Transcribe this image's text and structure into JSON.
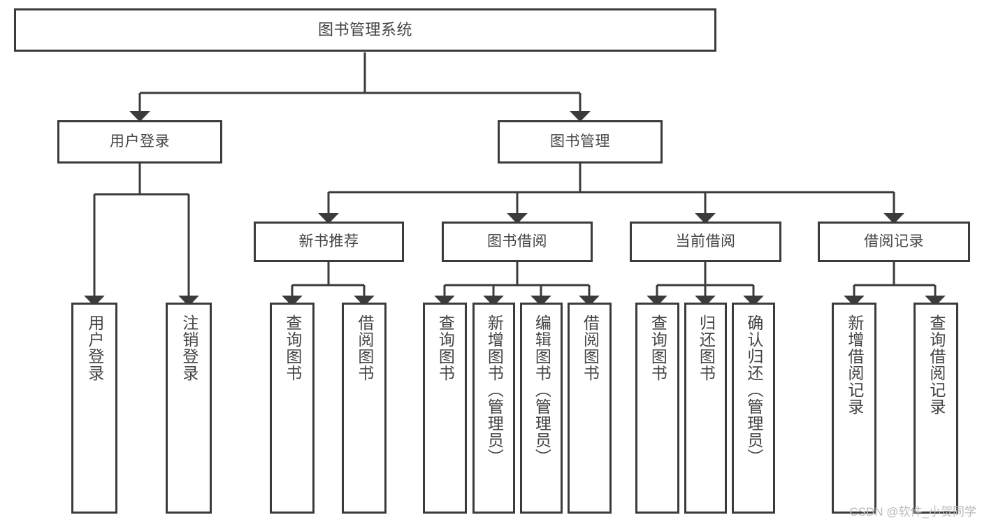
{
  "diagram": {
    "title": "图书管理系统",
    "type": "hierarchy-tree",
    "line_color": "#3b3b3b",
    "text_color": "#444444",
    "background": "#ffffff"
  },
  "nodes": {
    "root": {
      "label": "图书管理系统"
    },
    "level2": [
      {
        "id": "user-login",
        "label": "用户登录"
      },
      {
        "id": "book-management",
        "label": "图书管理"
      }
    ],
    "level3": [
      {
        "id": "new-book-recommend",
        "label": "新书推荐"
      },
      {
        "id": "book-borrow",
        "label": "图书借阅"
      },
      {
        "id": "current-borrow",
        "label": "当前借阅"
      },
      {
        "id": "borrow-record",
        "label": "借阅记录"
      }
    ],
    "leaves": {
      "user_login": [
        {
          "id": "leaf-user-login",
          "label": "用户登录"
        },
        {
          "id": "leaf-logout",
          "label": "注销登录"
        }
      ],
      "new_book_recommend": [
        {
          "id": "leaf-query-book-1",
          "label": "查询图书"
        },
        {
          "id": "leaf-borrow-book-1",
          "label": "借阅图书"
        }
      ],
      "book_borrow": [
        {
          "id": "leaf-query-book-2",
          "label": "查询图书"
        },
        {
          "id": "leaf-add-book",
          "label": "新增图书（管理员）"
        },
        {
          "id": "leaf-edit-book",
          "label": "编辑图书（管理员）"
        },
        {
          "id": "leaf-borrow-book-2",
          "label": "借阅图书"
        }
      ],
      "current_borrow": [
        {
          "id": "leaf-query-book-3",
          "label": "查询图书"
        },
        {
          "id": "leaf-return-book",
          "label": "归还图书"
        },
        {
          "id": "leaf-confirm-return",
          "label": "确认归还（管理员）"
        }
      ],
      "borrow_record": [
        {
          "id": "leaf-add-record",
          "label": "新增借阅记录"
        },
        {
          "id": "leaf-query-record",
          "label": "查询借阅记录"
        }
      ]
    }
  },
  "watermark": {
    "text": "CSDN @软件_小贺同学"
  }
}
